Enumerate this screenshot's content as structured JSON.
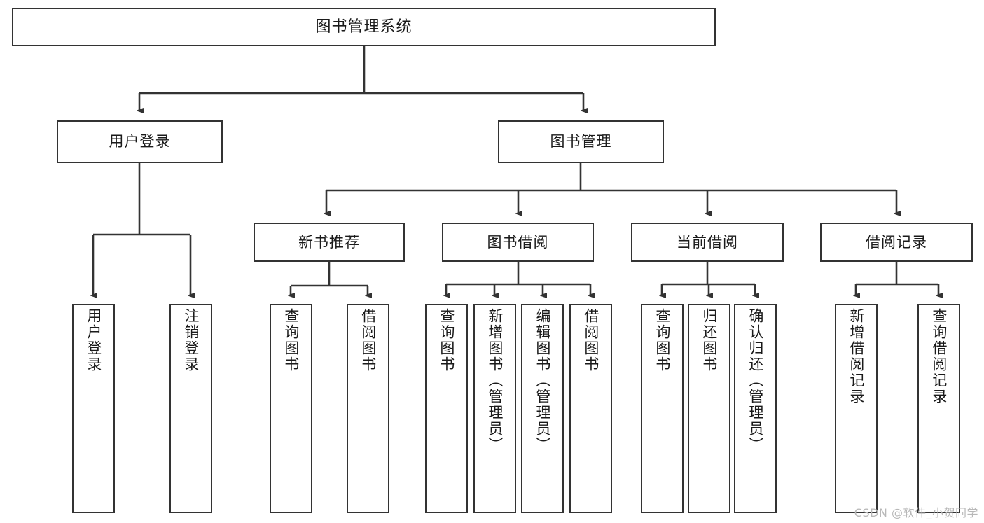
{
  "diagram": {
    "title": "图书管理系统",
    "type": "tree-hierarchy-diagram",
    "colors": {
      "border": "#333333",
      "fill": "#ffffff",
      "text": "#1a1a1a",
      "watermark": "#b8b8b8",
      "background": "#ffffff"
    },
    "watermark": "CSDN @软件_小贺同学",
    "nodes": {
      "root": {
        "label": "图书管理系统"
      },
      "level1": [
        {
          "id": "user-login",
          "label": "用户登录"
        },
        {
          "id": "book-management",
          "label": "图书管理"
        }
      ],
      "level2": [
        {
          "id": "new-book-recommend",
          "label": "新书推荐"
        },
        {
          "id": "book-borrow",
          "label": "图书借阅"
        },
        {
          "id": "current-borrow",
          "label": "当前借阅"
        },
        {
          "id": "borrow-record",
          "label": "借阅记录"
        }
      ],
      "leaves": {
        "user-login": [
          {
            "id": "leaf-user-login",
            "label": "用户登录"
          },
          {
            "id": "leaf-user-logout",
            "label": "注销登录"
          }
        ],
        "new-book-recommend": [
          {
            "id": "leaf-query-book-1",
            "label": "查询图书"
          },
          {
            "id": "leaf-borrow-book-1",
            "label": "借阅图书"
          }
        ],
        "book-borrow": [
          {
            "id": "leaf-query-book-2",
            "label": "查询图书"
          },
          {
            "id": "leaf-add-book",
            "label": "新增图书（管理员）"
          },
          {
            "id": "leaf-edit-book",
            "label": "编辑图书（管理员）"
          },
          {
            "id": "leaf-borrow-book-2",
            "label": "借阅图书"
          }
        ],
        "current-borrow": [
          {
            "id": "leaf-query-book-3",
            "label": "查询图书"
          },
          {
            "id": "leaf-return-book",
            "label": "归还图书"
          },
          {
            "id": "leaf-confirm-return",
            "label": "确认归还（管理员）"
          }
        ],
        "borrow-record": [
          {
            "id": "leaf-add-record",
            "label": "新增借阅记录"
          },
          {
            "id": "leaf-query-record",
            "label": "查询借阅记录"
          }
        ]
      }
    }
  }
}
